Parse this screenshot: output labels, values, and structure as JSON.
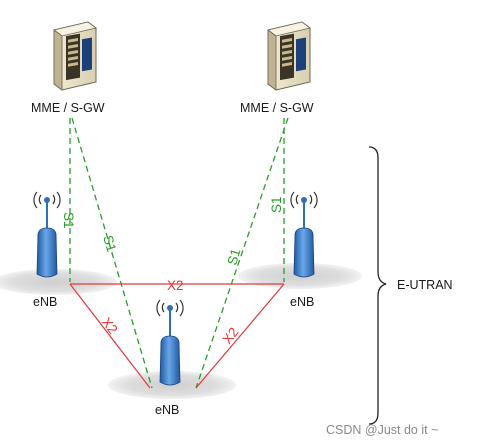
{
  "nodes": {
    "mme_left_label": "MME / S-GW",
    "mme_right_label": "MME / S-GW",
    "enb_left_label": "eNB",
    "enb_right_label": "eNB",
    "enb_bottom_label": "eNB"
  },
  "interfaces": {
    "s1": "S1",
    "x2": "X2"
  },
  "group": {
    "label": "E-UTRAN"
  },
  "watermark": "CSDN @Just do it ~",
  "colors": {
    "s1_line": "#2a9d2a",
    "x2_line": "#e53935",
    "ground": "#d6d6d6",
    "antenna_blue": "#2f6fb6",
    "server_body": "#e8e0c8"
  }
}
